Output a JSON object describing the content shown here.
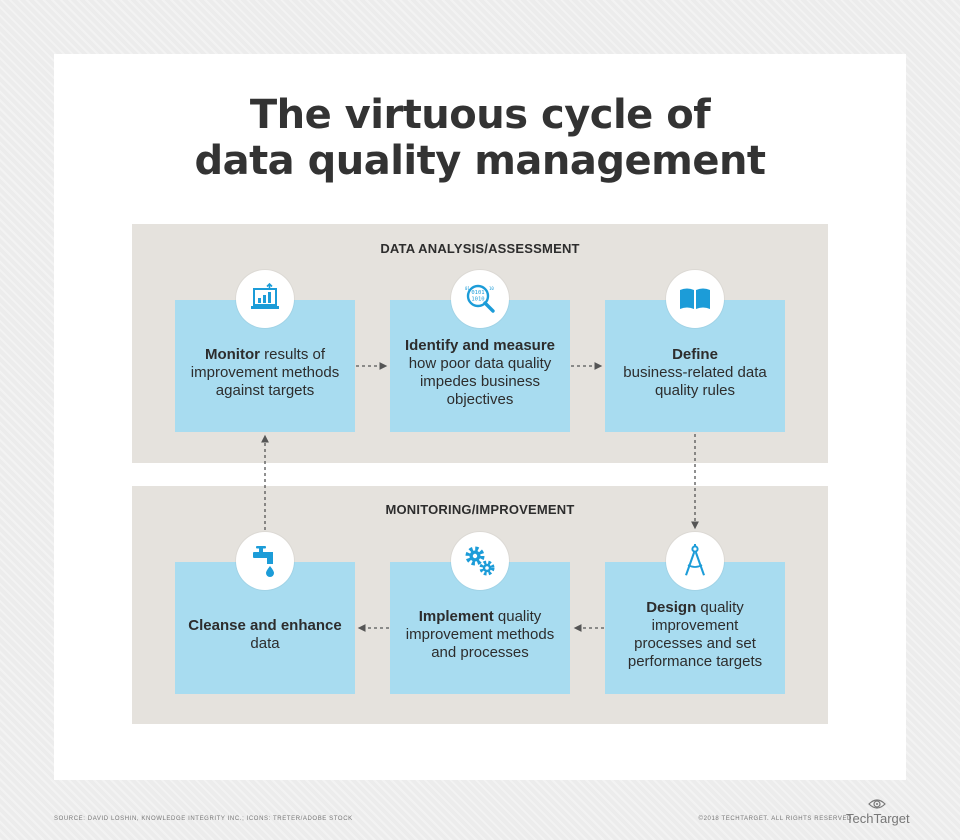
{
  "title": {
    "line1": "The virtuous cycle of",
    "line2": "data quality management"
  },
  "panels": {
    "top": "DATA ANALYSIS/ASSESSMENT",
    "bottom": "MONITORING/IMPROVEMENT"
  },
  "steps": {
    "monitor": {
      "bold": "Monitor",
      "rest": " results of improvement methods against targets",
      "icon": "chart-laptop-icon"
    },
    "identify": {
      "bold": "Identify and measure",
      "rest": " how poor data quality impedes business objectives",
      "icon": "binary-magnifier-icon"
    },
    "define": {
      "bold": "Define",
      "rest": " business-related data quality rules",
      "icon": "open-book-icon"
    },
    "design": {
      "bold": "Design",
      "rest": " quality improvement processes and set performance targets",
      "icon": "compass-icon"
    },
    "implement": {
      "bold": "Implement",
      "rest": " quality improvement methods and processes",
      "icon": "gears-icon"
    },
    "cleanse": {
      "bold": "Cleanse and enhance",
      "rest": " data",
      "icon": "faucet-drop-icon"
    }
  },
  "footer": {
    "source": "SOURCE: DAVID LOSHIN, KNOWLEDGE INTEGRITY INC.; ICONS: TRETER/ADOBE STOCK",
    "copyright": "©2018 TECHTARGET. ALL RIGHTS RESERVED",
    "brand": "TechTarget"
  },
  "colors": {
    "box": "#a8dcf0",
    "panel": "#e5e2dd",
    "icon": "#1c9cd8",
    "text": "#2d2d2d"
  }
}
